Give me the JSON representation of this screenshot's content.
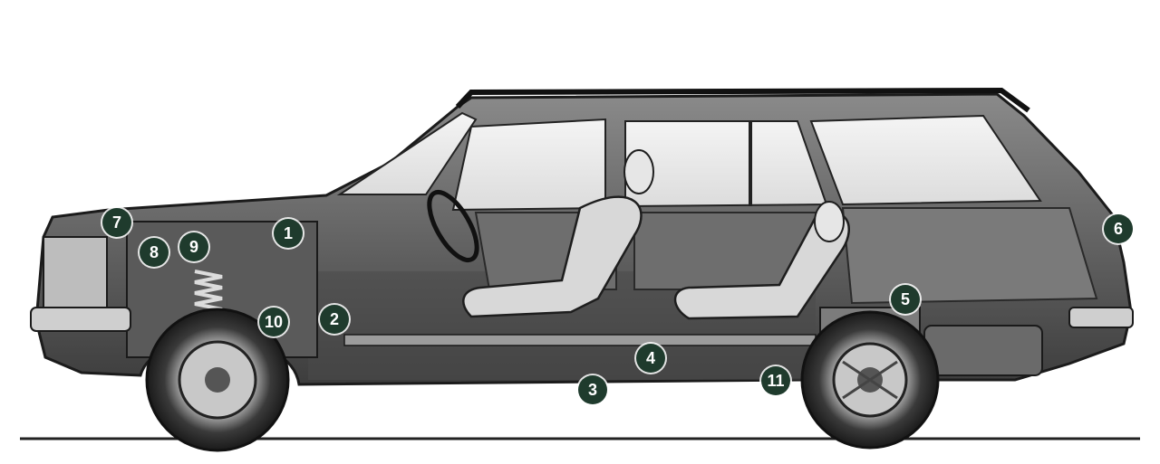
{
  "diagram": {
    "markers": [
      "1",
      "2",
      "3",
      "4",
      "5",
      "6",
      "7",
      "8",
      "9",
      "10",
      "11"
    ]
  },
  "colors": {
    "marker_fill": "#1f3b2d",
    "marker_text": "#ffffff",
    "ground_line": "#222222"
  }
}
